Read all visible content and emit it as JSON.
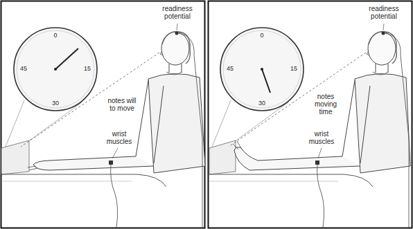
{
  "diagram": {
    "labels": [
      "0",
      "15",
      "30",
      "45",
      "readiness potential",
      "notes will to move",
      "wrist muscles",
      "0",
      "15",
      "30",
      "45",
      "readiness potential",
      "notes moving time",
      "wrist muscles"
    ]
  }
}
